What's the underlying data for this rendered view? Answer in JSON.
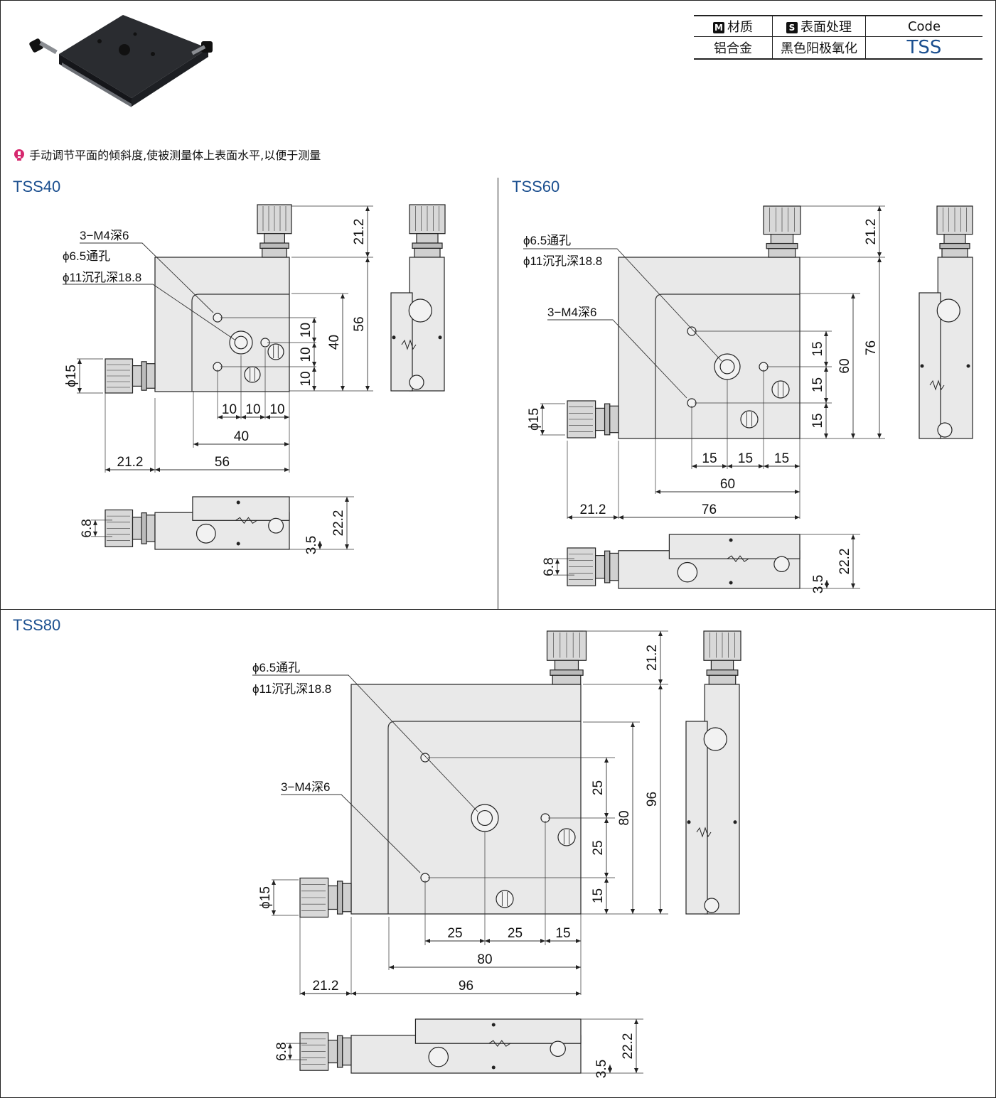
{
  "spec_table": {
    "headers": {
      "material": "材质",
      "material_badge": "M",
      "surface": "表面处理",
      "surface_badge": "S",
      "code": "Code"
    },
    "values": {
      "material": "铝合金",
      "surface": "黑色阳极氧化",
      "code": "TSS"
    }
  },
  "note": "手动调节平面的倾斜度,使被测量体上表面水平,以便于测量",
  "sections": {
    "tss40": {
      "title": "TSS40",
      "labels": {
        "tapped": "3−M4深6",
        "through": "ϕ6.5通孔",
        "counterbore": "ϕ11沉孔深18.8"
      },
      "dims": {
        "knob_h": "21.2",
        "total_h": "56",
        "hole_span_v": "40",
        "d1": "10",
        "d2": "10",
        "d3": "10",
        "knob_dia": "ϕ15",
        "b1": "10",
        "b2": "10",
        "b3": "10",
        "hole_span_h": "40",
        "knob_w": "21.2",
        "total_w": "56",
        "front_h": "6.8",
        "gap": "3.5",
        "height": "22.2"
      }
    },
    "tss60": {
      "title": "TSS60",
      "labels": {
        "tapped": "3−M4深6",
        "through": "ϕ6.5通孔",
        "counterbore": "ϕ11沉孔深18.8"
      },
      "dims": {
        "knob_h": "21.2",
        "total_h": "76",
        "hole_span_v": "60",
        "d1": "15",
        "d2": "15",
        "d3": "15",
        "knob_dia": "ϕ15",
        "b1": "15",
        "b2": "15",
        "b3": "15",
        "hole_span_h": "60",
        "knob_w": "21.2",
        "total_w": "76",
        "front_h": "6.8",
        "gap": "3.5",
        "height": "22.2"
      }
    },
    "tss80": {
      "title": "TSS80",
      "labels": {
        "tapped": "3−M4深6",
        "through": "ϕ6.5通孔",
        "counterbore": "ϕ11沉孔深18.8"
      },
      "dims": {
        "knob_h": "21.2",
        "total_h": "96",
        "hole_span_v": "80",
        "d1": "25",
        "d2": "25",
        "d3": "15",
        "knob_dia": "ϕ15",
        "b1": "25",
        "b2": "25",
        "b3": "15",
        "hole_span_h": "80",
        "knob_w": "21.2",
        "total_w": "96",
        "front_h": "6.8",
        "gap": "3.5",
        "height": "22.2"
      }
    }
  }
}
